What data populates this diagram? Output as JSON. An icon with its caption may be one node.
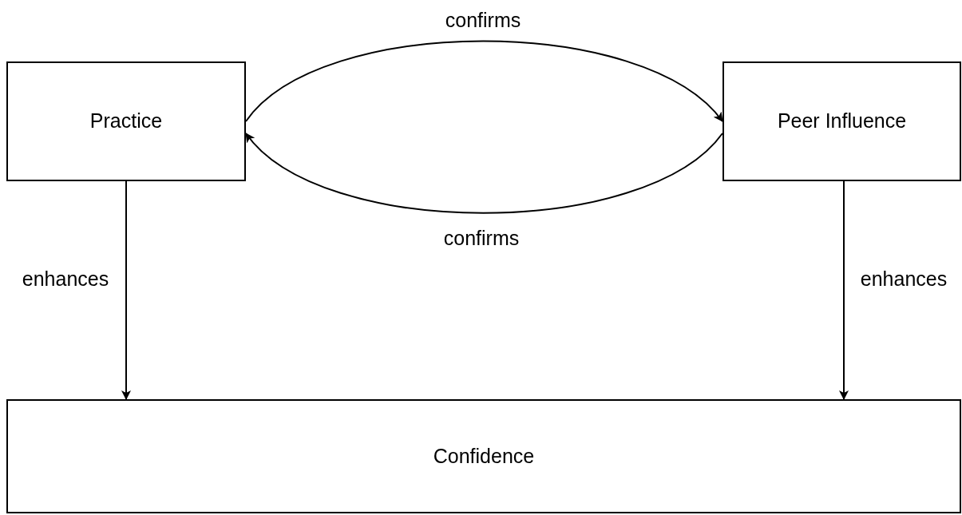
{
  "diagram": {
    "nodes": [
      {
        "text": [
          "Practice"
        ]
      },
      {
        "text": [
          "Peer Influence"
        ]
      },
      {
        "text": [
          "Confidence"
        ]
      }
    ],
    "edges": [
      {
        "from": 0,
        "to": 1,
        "arrow": "to",
        "label": "confirms"
      },
      {
        "from": 1,
        "to": 0,
        "arrow": "to",
        "label": "confirms"
      },
      {
        "from": 0,
        "to": 2,
        "arrow": "to",
        "label": "enhances"
      },
      {
        "from": 1,
        "to": 2,
        "arrow": "to",
        "label": "enhances"
      }
    ]
  }
}
